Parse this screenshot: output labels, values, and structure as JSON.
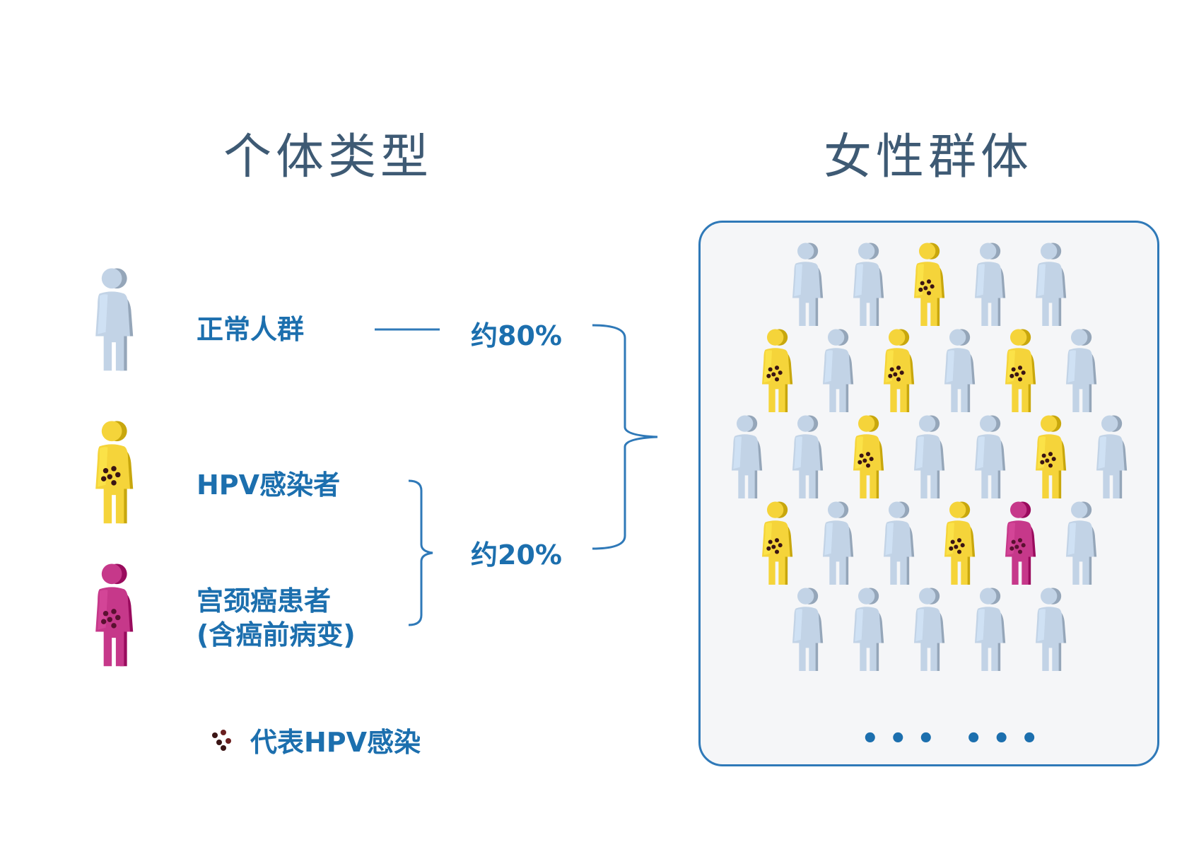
{
  "titles": {
    "types": "个体类型",
    "population": "女性群体"
  },
  "legend": [
    {
      "key": "normal",
      "label": "正常人群",
      "percent": "约80%"
    },
    {
      "key": "hpv",
      "label": "HPV感染者"
    },
    {
      "key": "cancer",
      "label": "宫颈癌患者",
      "label_line2": "(含癌前病变)"
    }
  ],
  "group_percent": "约20%",
  "infection_note": "代表HPV感染",
  "colors": {
    "normal": "#c2d3e6",
    "hpv": "#f5d43a",
    "cancer": "#c6388a",
    "accent": "#1c6fae",
    "infection": "#3a1414"
  },
  "population_grid": [
    [
      "normal",
      "normal",
      "hpv",
      "normal",
      "normal"
    ],
    [
      "hpv",
      "normal",
      "hpv",
      "normal",
      "hpv",
      "normal"
    ],
    [
      "normal",
      "normal",
      "hpv",
      "normal",
      "normal",
      "hpv",
      "normal"
    ],
    [
      "hpv",
      "normal",
      "normal",
      "hpv",
      "cancer",
      "normal"
    ],
    [
      "normal",
      "normal",
      "normal",
      "normal",
      "normal"
    ]
  ],
  "ellipsis": "• • •   • • •"
}
